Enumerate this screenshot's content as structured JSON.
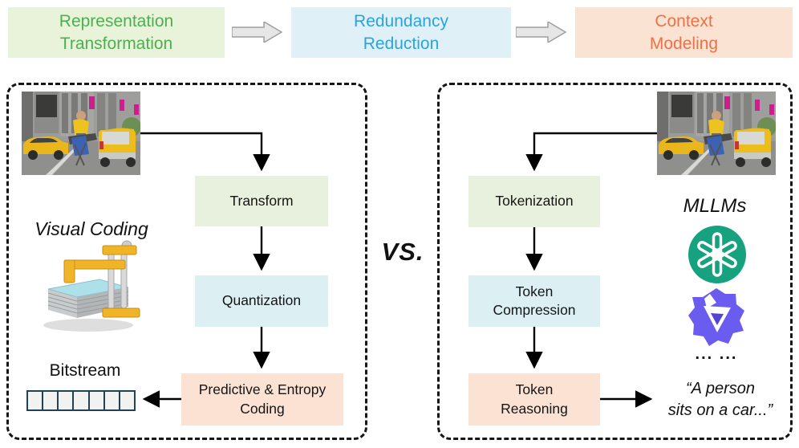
{
  "header": {
    "stages": [
      {
        "line1": "Representation",
        "line2": "Transformation",
        "text_color": "#4caf50",
        "bg": "#e9f3da"
      },
      {
        "line1": "Redundancy",
        "line2": "Reduction",
        "text_color": "#2ba3dc",
        "bg": "#dff1f7"
      },
      {
        "line1": "Context",
        "line2": "Modeling",
        "text_color": "#ed7148",
        "bg": "#fbe3d3"
      }
    ],
    "arrow_icon": "block-arrow-right-icon"
  },
  "vs_label": "VS.",
  "left_panel": {
    "caption": "Visual Coding",
    "input_image": "street-photo-person-ironing-on-taxi",
    "illustration": "compression-press-machine",
    "flow": [
      {
        "label": "Transform",
        "bg": "#e8f1dd"
      },
      {
        "label": "Quantization",
        "bg": "#dcf0f4"
      },
      {
        "label": "Predictive & Entropy\nCoding",
        "bg": "#fbe2d3"
      }
    ],
    "bitstream": {
      "label": "Bitstream",
      "cells": 7,
      "border_color": "#1f4257"
    }
  },
  "right_panel": {
    "caption": "MLLMs",
    "input_image": "street-photo-person-ironing-on-taxi",
    "logos": [
      {
        "name": "openai-logo",
        "color": "#17a27f"
      },
      {
        "name": "qwen-logo",
        "color": "#6b5cf0"
      }
    ],
    "ellipsis": "... ...",
    "flow": [
      {
        "label": "Tokenization",
        "bg": "#e8f1dd"
      },
      {
        "label": "Token\nCompression",
        "bg": "#dcf0f4"
      },
      {
        "label": "Token\nReasoning",
        "bg": "#fbe2d3"
      }
    ],
    "output_quote": {
      "line1": "“A person",
      "line2": "sits on a car...”"
    }
  }
}
